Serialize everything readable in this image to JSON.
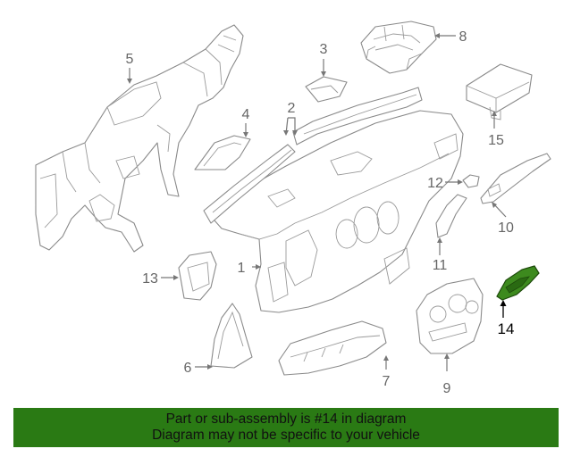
{
  "callouts": [
    {
      "id": "1",
      "label": "1"
    },
    {
      "id": "2",
      "label": "2"
    },
    {
      "id": "3",
      "label": "3"
    },
    {
      "id": "4",
      "label": "4"
    },
    {
      "id": "5",
      "label": "5"
    },
    {
      "id": "6",
      "label": "6"
    },
    {
      "id": "7",
      "label": "7"
    },
    {
      "id": "8",
      "label": "8"
    },
    {
      "id": "9",
      "label": "9"
    },
    {
      "id": "10",
      "label": "10"
    },
    {
      "id": "11",
      "label": "11"
    },
    {
      "id": "12",
      "label": "12"
    },
    {
      "id": "13",
      "label": "13"
    },
    {
      "id": "14",
      "label": "14"
    },
    {
      "id": "15",
      "label": "15"
    }
  ],
  "highlight": {
    "part_number": "14",
    "color": "#3d8a1e"
  },
  "banner": {
    "line1": "Part or sub-assembly is #14 in diagram",
    "line2": "Diagram may not be specific to your vehicle",
    "background": "#2a7a14"
  }
}
